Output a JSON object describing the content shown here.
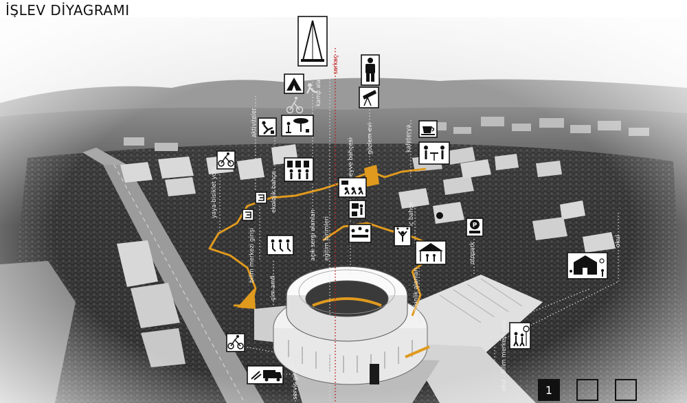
{
  "title": "İŞLEV DİYAGRAMI",
  "labels": {
    "aktiviteler": "aktiviteler",
    "yaya_bisiklet_yolu": "yaya-bisiklet yolu",
    "ekolojik_bahce": "ekolojik bahçe",
    "bilim_merkezi_girisi": "bilim merkezi girişi",
    "cim_amfi": "çim amfi",
    "acik_sergi_alanlari": "açık sergi alanları",
    "kamp_alani": "kamp alanı",
    "egitim_birimleri": "eğitim birimleri",
    "meyve_bahcesi": "meyve bahçesi",
    "gozlem_evi": "gözlem evi",
    "kafeterya": "kafeterya",
    "ic_bahce": "iç bahçe",
    "etkinlik_alanlari": "etkinlik alanları",
    "otopark": "otopark",
    "okul_bilim_merkezi_yolu": "okul - bilim merkezi yolu",
    "okul": "okul",
    "servis_girisi": "servis girişi",
    "sarkac": "sarkaç"
  },
  "icons": [
    "pendulum-icon",
    "tent-icon",
    "camper-icon",
    "cyclist-icon",
    "gardener-icon",
    "tree-planting-icon",
    "cyclist-icon",
    "exhibition-icon",
    "astronaut-icon",
    "telescope-icon",
    "coffee-cup-icon",
    "dining-icon",
    "audience-icon",
    "lecture-icon",
    "meeting-icon",
    "entrance-icon",
    "entrance-icon",
    "seating-icon",
    "juggler-icon",
    "event-tent-icon",
    "parking-icon",
    "school-icon",
    "children-crossing-icon",
    "cyclist-icon",
    "delivery-truck-icon"
  ],
  "pager": {
    "current": "1"
  },
  "colors": {
    "path": "#e09a1e",
    "dotted": "#d8d8d8",
    "red_dotted": "#c01818"
  }
}
